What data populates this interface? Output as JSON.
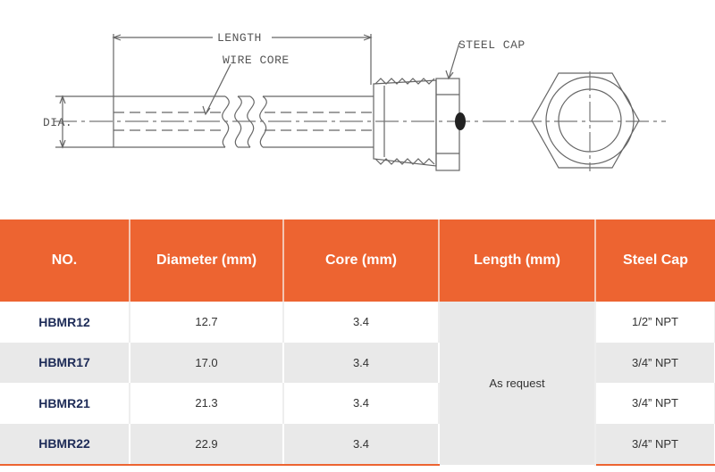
{
  "drawing": {
    "length_label": "LENGTH",
    "wire_core_label": "WIRE CORE",
    "steel_cap_label": "STEEL CAP",
    "dia_label": "DIA."
  },
  "table": {
    "headers": [
      "NO.",
      "Diameter (mm)",
      "Core (mm)",
      "Length (mm)",
      "Steel Cap"
    ],
    "rows": [
      {
        "no": "HBMR12",
        "diameter": "12.7",
        "core": "3.4",
        "cap": "1/2”   NPT"
      },
      {
        "no": "HBMR17",
        "diameter": "17.0",
        "core": "3.4",
        "cap": "3/4”   NPT"
      },
      {
        "no": "HBMR21",
        "diameter": "21.3",
        "core": "3.4",
        "cap": "3/4”   NPT"
      },
      {
        "no": "HBMR22",
        "diameter": "22.9",
        "core": "3.4",
        "cap": "3/4”   NPT"
      }
    ],
    "length_value": "As request"
  },
  "colors": {
    "header_bg": "#ed6431",
    "header_text": "#ffffff",
    "row_alt_bg": "#e9e9e9",
    "part_no_text": "#1d2b57"
  }
}
